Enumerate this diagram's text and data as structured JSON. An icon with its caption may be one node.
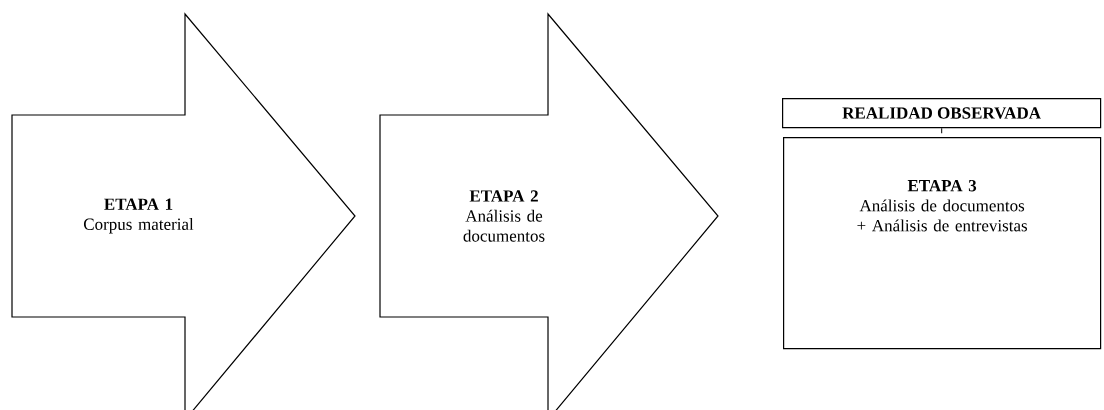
{
  "diagram": {
    "nodes": [
      {
        "text": [
          "ETAPA 1",
          "Corpus material"
        ]
      },
      {
        "text": [
          "ETAPA 2",
          "Análisis de documentos"
        ]
      },
      {
        "text": [
          "REALIDAD OBSERVADA"
        ]
      },
      {
        "text": [
          "ETAPA 3",
          "Análisis de documentos + Análisis de entrevistas"
        ]
      }
    ],
    "edges": [
      {
        "from": 2,
        "to": 3,
        "arrow": "none",
        "style": "dashed"
      }
    ]
  }
}
